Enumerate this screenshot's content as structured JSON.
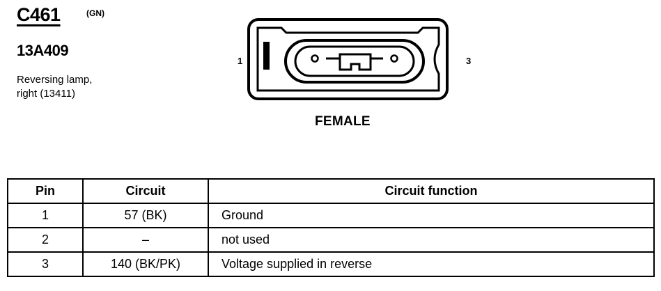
{
  "connector": {
    "id": "C461",
    "color_code": "(GN)",
    "part_number": "13A409",
    "description_line1": "Reversing lamp,",
    "description_line2": "right (13411)"
  },
  "diagram": {
    "pin_left_label": "1",
    "pin_right_label": "3",
    "gender": "FEMALE"
  },
  "table": {
    "headers": {
      "pin": "Pin",
      "circuit": "Circuit",
      "function": "Circuit function"
    },
    "rows": [
      {
        "pin": "1",
        "circuit": "57 (BK)",
        "function": "Ground"
      },
      {
        "pin": "2",
        "circuit": "–",
        "function": "not used"
      },
      {
        "pin": "3",
        "circuit": "140 (BK/PK)",
        "function": "Voltage supplied in reverse"
      }
    ]
  }
}
